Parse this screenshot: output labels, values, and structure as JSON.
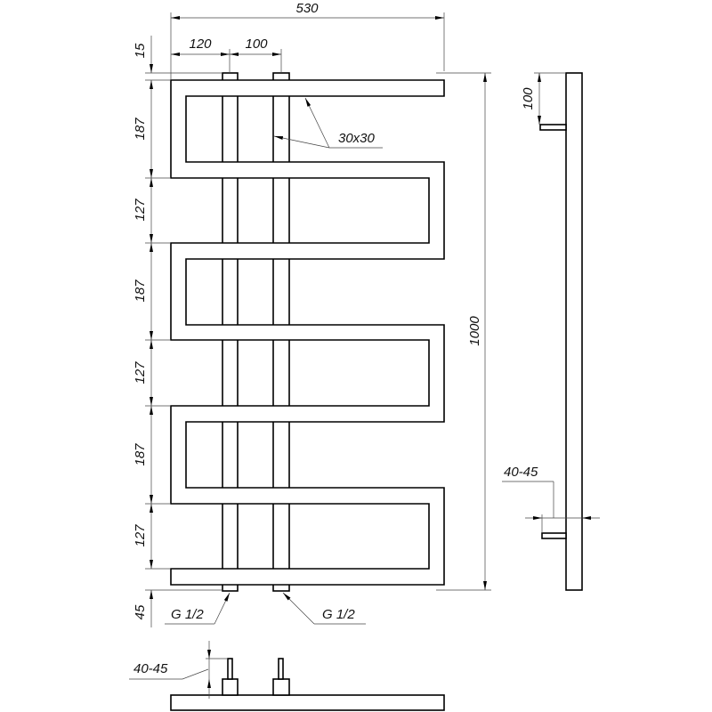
{
  "front_view": {
    "overall_width": "530",
    "first_pipe_offset": "120",
    "pipe_spacing": "100",
    "top_offset": "15",
    "section_heights": [
      "187",
      "127",
      "187",
      "127",
      "187",
      "127"
    ],
    "bottom_offset": "45",
    "overall_height": "1000",
    "profile_label": "30x30",
    "thread_left": "G 1/2",
    "thread_right": "G 1/2"
  },
  "side_view": {
    "bracket_offset": "100",
    "wall_distance": "40-45"
  },
  "bottom_view": {
    "wall_distance": "40-45"
  },
  "colors": {
    "line": "#000000",
    "background": "#ffffff"
  }
}
